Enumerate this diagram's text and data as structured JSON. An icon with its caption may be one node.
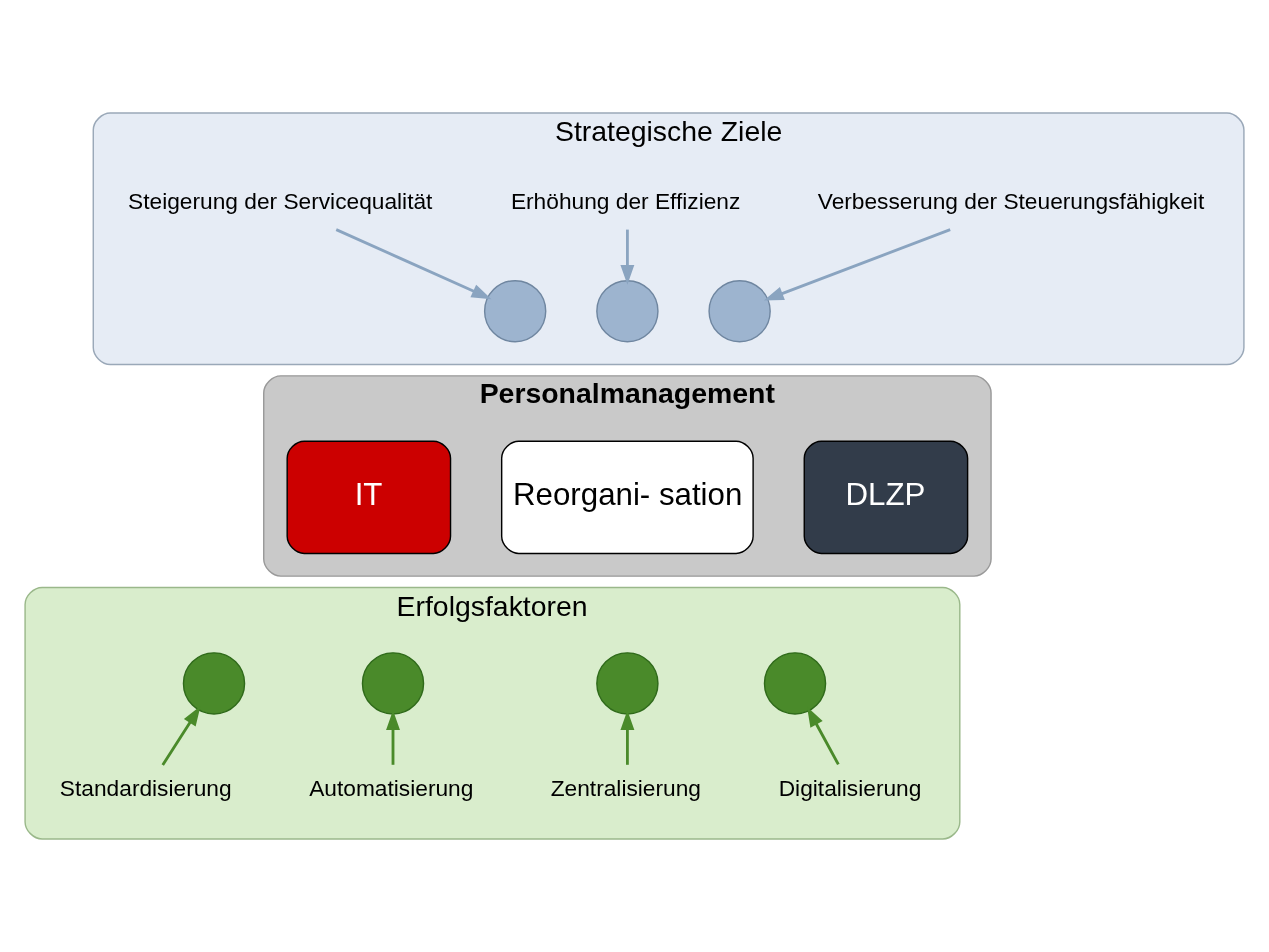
{
  "diagram": {
    "nodes": [
      {
        "text": [
          "Strategische Ziele"
        ]
      },
      {
        "text": [
          "Steigerung der Servicequalität"
        ],
        "in": 0
      },
      {
        "text": [
          "Erhöhung der Effizienz"
        ],
        "in": 0
      },
      {
        "text": [
          "Verbesserung der Steuerungsfähigkeit"
        ],
        "in": 0
      },
      {
        "text": [],
        "shape": "circle",
        "in": 0
      },
      {
        "text": [],
        "shape": "circle",
        "in": 0
      },
      {
        "text": [],
        "shape": "circle",
        "in": 0
      },
      {
        "text": [
          "Personalmanagement"
        ]
      },
      {
        "text": [
          "IT"
        ],
        "in": 7
      },
      {
        "text": [
          "Reorgani- sation"
        ],
        "in": 7
      },
      {
        "text": [
          "DLZP"
        ],
        "in": 7
      },
      {
        "text": [
          "Erfolgsfaktoren"
        ]
      },
      {
        "text": [],
        "shape": "circle",
        "in": 11
      },
      {
        "text": [],
        "shape": "circle",
        "in": 11
      },
      {
        "text": [],
        "shape": "circle",
        "in": 11
      },
      {
        "text": [],
        "shape": "circle",
        "in": 11
      },
      {
        "text": [
          "Standardisierung"
        ],
        "in": 11
      },
      {
        "text": [
          "Automatisierung"
        ],
        "in": 11
      },
      {
        "text": [
          "Zentralisierung"
        ],
        "in": 11
      },
      {
        "text": [
          "Digitalisierung"
        ],
        "in": 11
      }
    ],
    "edges": [
      {
        "from": 1,
        "to": 4,
        "arrow": "to",
        "color": "#8aa4c0"
      },
      {
        "from": 2,
        "to": 5,
        "arrow": "to",
        "color": "#8aa4c0"
      },
      {
        "from": 3,
        "to": 6,
        "arrow": "to",
        "color": "#8aa4c0"
      },
      {
        "from": 16,
        "to": 12,
        "arrow": "to"
      },
      {
        "from": 17,
        "to": 13,
        "arrow": "to"
      },
      {
        "from": 18,
        "to": 14,
        "arrow": "to"
      },
      {
        "from": 19,
        "to": 15,
        "arrow": "to"
      }
    ]
  }
}
